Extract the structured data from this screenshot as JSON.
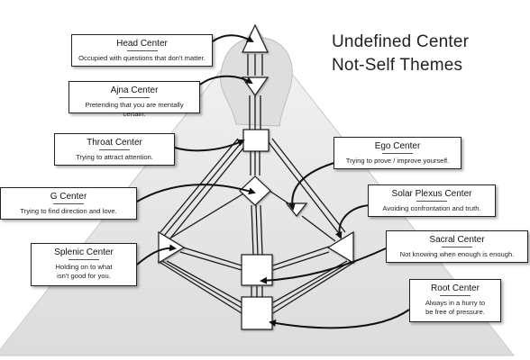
{
  "title": {
    "line1": "Undefined Center",
    "line2": "Not-Self Themes"
  },
  "centers": [
    {
      "name": "Head Center",
      "theme": "Occupied with questions that don't matter."
    },
    {
      "name": "Ajna Center",
      "theme": "Pretending that you are mentally certain."
    },
    {
      "name": "Throat Center",
      "theme": "Trying to attract attention."
    },
    {
      "name": "G Center",
      "theme": "Trying to find direction and love."
    },
    {
      "name": "Splenic Center",
      "theme_line1": "Holding on to what",
      "theme_line2": "isn't good for you."
    },
    {
      "name": "Ego Center",
      "theme": "Trying to prove / improve yourself."
    },
    {
      "name": "Solar Plexus Center",
      "theme": "Avoiding confrontation and truth."
    },
    {
      "name": "Sacral Center",
      "theme": "Not knowing when enough is enough."
    },
    {
      "name": "Root Center",
      "theme_line1": "Always in a hurry to",
      "theme_line2": "be free of pressure."
    }
  ],
  "colors": {
    "background": "#ffffff",
    "triangle_fill": "#ececec",
    "center_fill": "#ffffff",
    "line_color": "#1a1a1a"
  }
}
